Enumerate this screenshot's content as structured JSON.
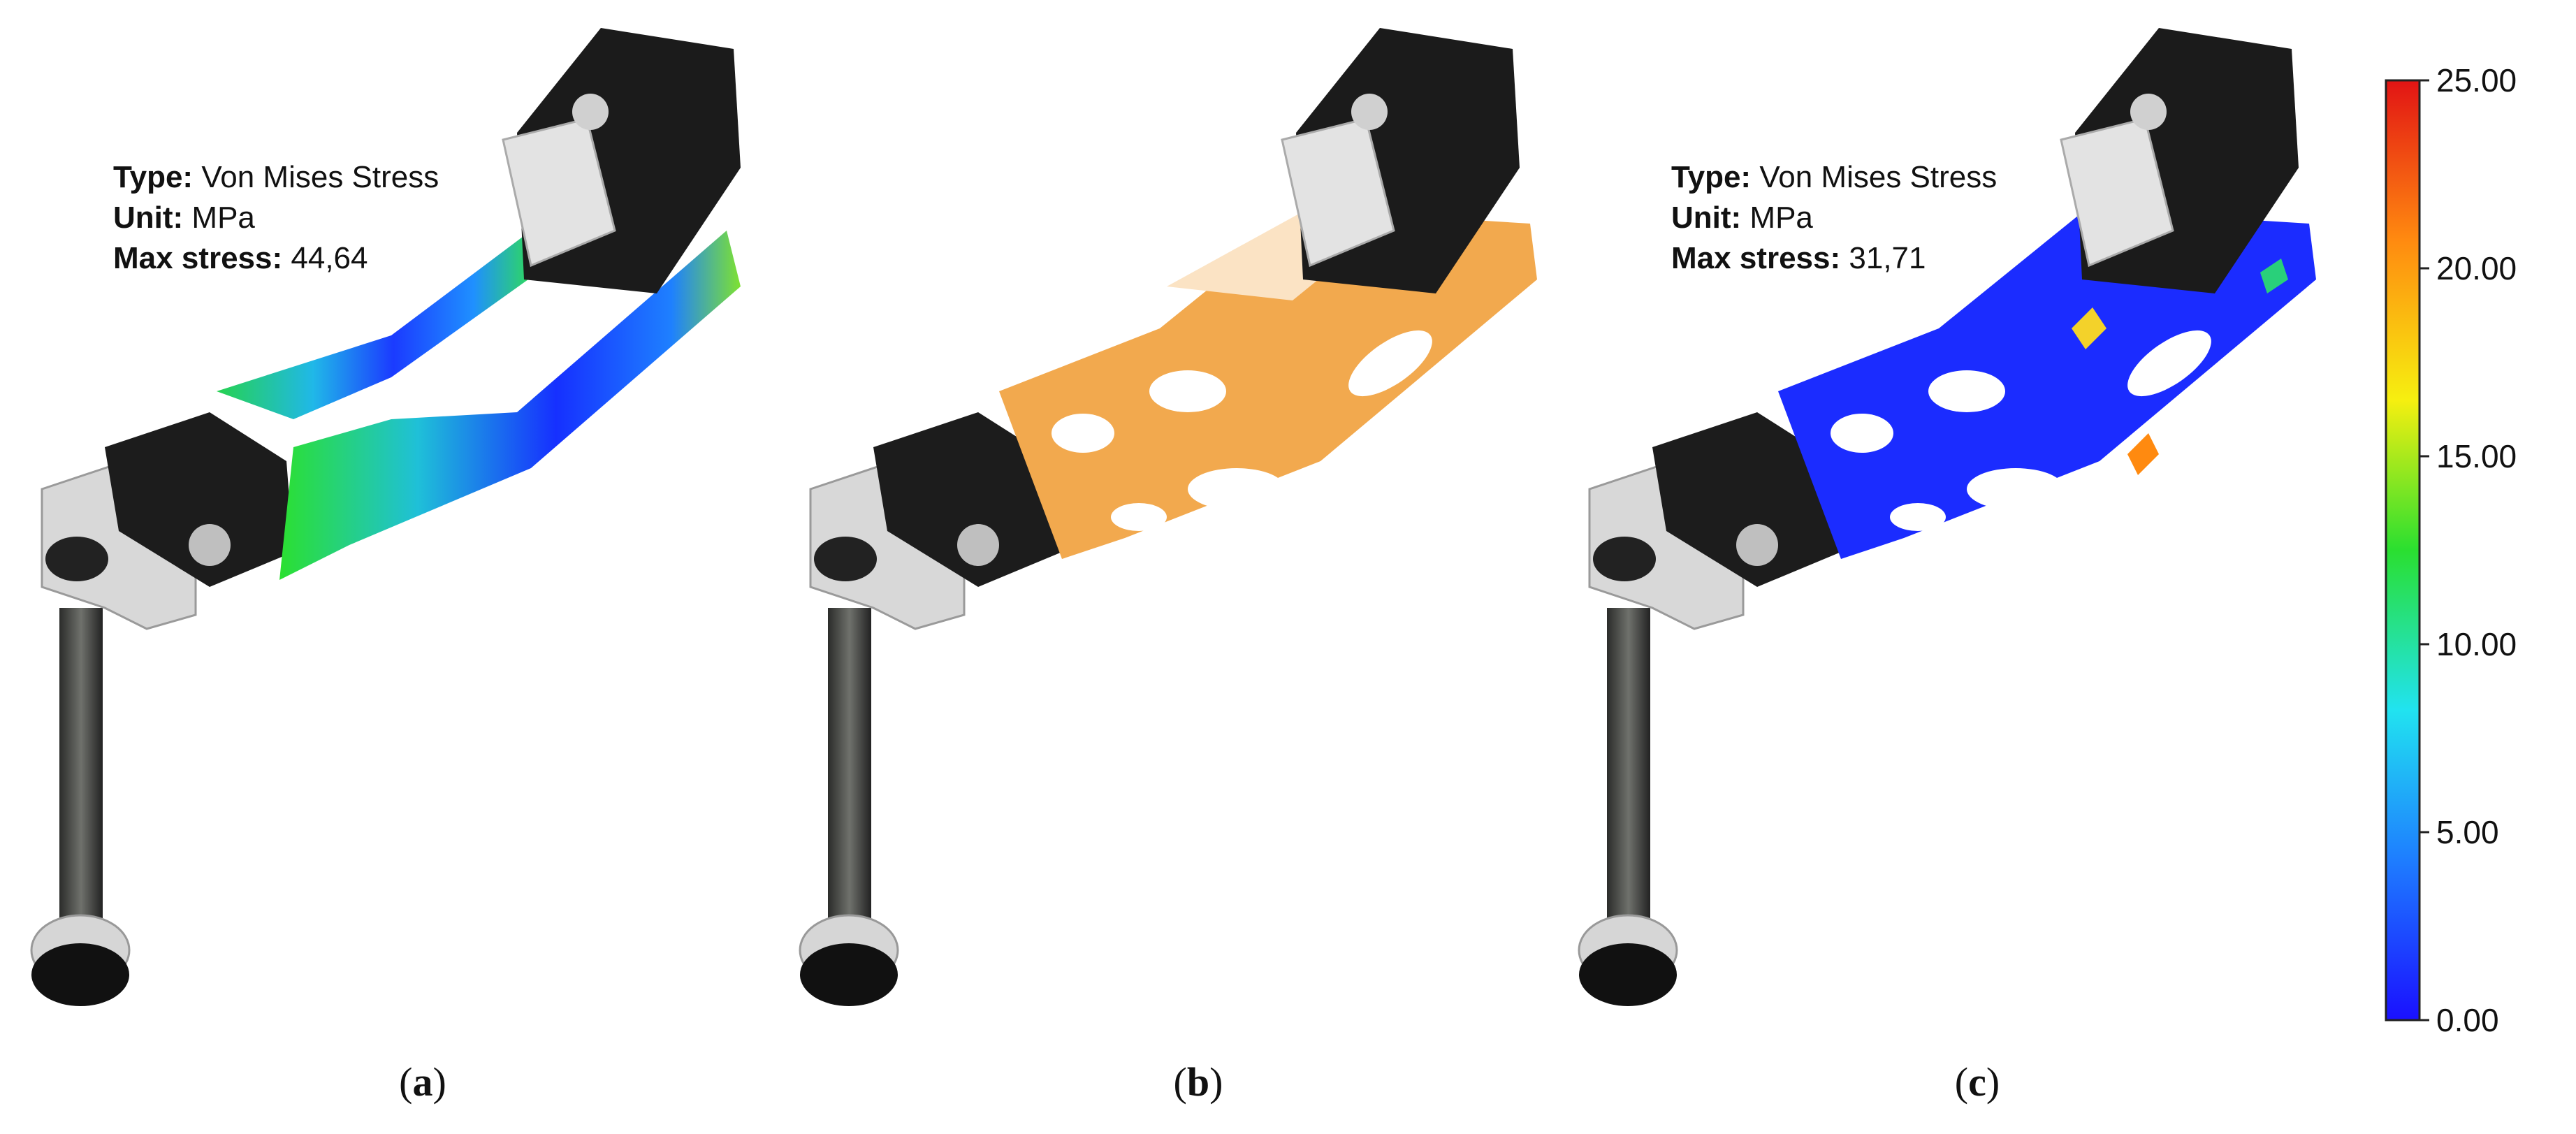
{
  "panels": [
    {
      "id": "a",
      "caption": "a",
      "info": {
        "type_label": "Type:",
        "type_value": "Von Mises Stress",
        "unit_label": "Unit:",
        "unit_value": "MPa",
        "max_label": "Max stress:",
        "max_value": "44,64"
      }
    },
    {
      "id": "b",
      "caption": "b"
    },
    {
      "id": "c",
      "caption": "c",
      "info": {
        "type_label": "Type:",
        "type_value": "Von Mises Stress",
        "unit_label": "Unit:",
        "unit_value": "MPa",
        "max_label": "Max stress:",
        "max_value": "31,71"
      }
    }
  ],
  "colorbar": {
    "ticks": [
      "25.00",
      "20.00",
      "15.00",
      "10.00",
      "5.00",
      "0.00"
    ],
    "min": 0,
    "max": 25,
    "colors": [
      "#1a10ff",
      "#1e7dff",
      "#21e3f0",
      "#2adf30",
      "#f6ef10",
      "#ff8a10",
      "#e21414"
    ]
  },
  "colors": {
    "stress_low": "#1a2bff",
    "stress_mid": "#22d86a",
    "optimized_material": "#f2a94e",
    "motor_body": "#1c1c1c",
    "aluminum": "#d9d9d9",
    "carbon_tube": "#3b3d3a"
  }
}
